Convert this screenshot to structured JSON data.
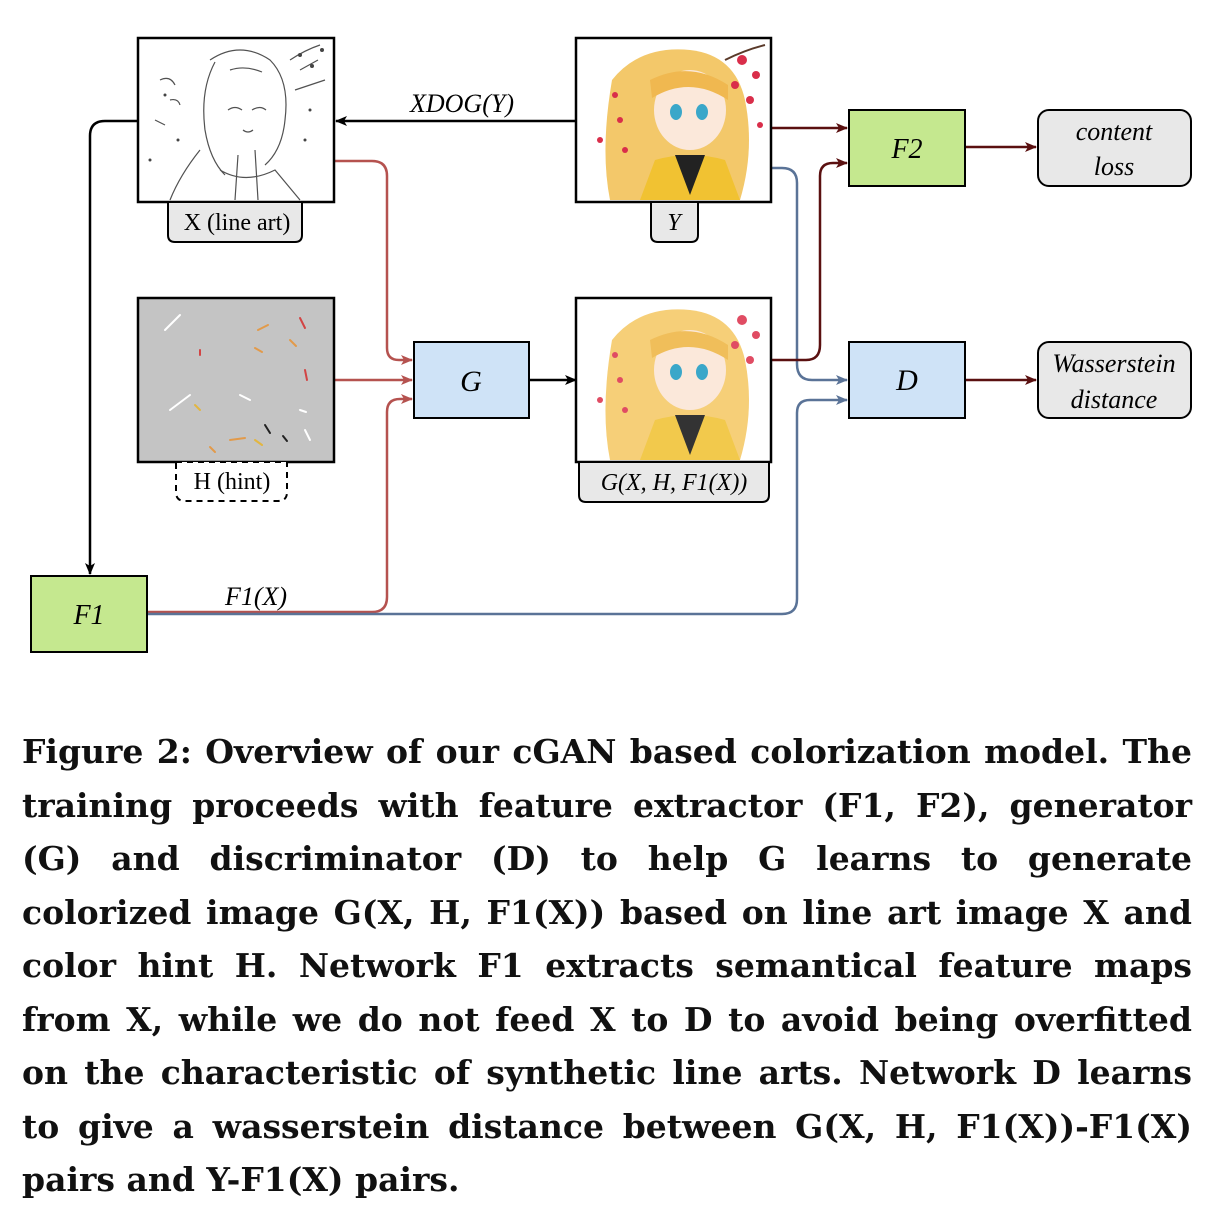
{
  "nodes": {
    "line_art_label": "X (line art)",
    "target_label": "Y",
    "hint_label": "H (hint)",
    "generated_label": "G(X, H, F1(X))",
    "generator": "G",
    "discriminator": "D",
    "f1": "F1",
    "f2": "F2",
    "content_loss_line1": "content",
    "content_loss_line2": "loss",
    "wasserstein_line1": "Wasserstein",
    "wasserstein_line2": "distance"
  },
  "edges": {
    "xdog_label": "XDOG(Y)",
    "f1x_label": "F1(X)"
  },
  "caption": {
    "text": "Figure 2: Overview of our cGAN based colorization model. The training proceeds with feature extractor (F1, F2), generator (G) and discriminator (D) to help G learns to generate colorized image G(X, H, F1(X)) based on line art image X and color hint H. Network F1 extracts semantical feature maps from X, while we do not feed X to D to avoid being overfitted on the characteristic of synthetic line arts. Network D learns to give a wasserstein distance between G(X, H, F1(X))-F1(X) pairs and Y-F1(X) pairs."
  },
  "colors": {
    "red_edge": "#b5524f",
    "blue_edge": "#5a7397",
    "dark_red_edge": "#5a1010",
    "green_box": "#c5e88f",
    "blue_box": "#cfe3f7",
    "gray_label": "#e8e8e8",
    "hint_bg": "#c4c4c4"
  }
}
